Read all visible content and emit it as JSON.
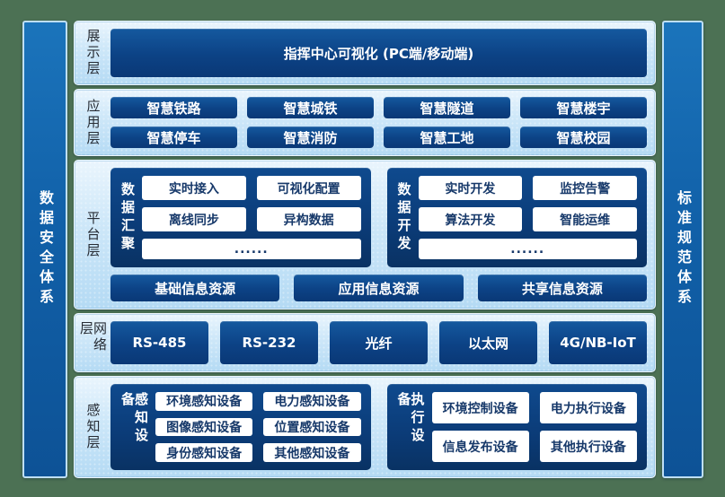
{
  "pillars": {
    "left": "数据安全体系",
    "right": "标准规范体系"
  },
  "display_layer": {
    "label": "展示层",
    "items": [
      "指挥中心可视化 (PC端/移动端)"
    ]
  },
  "app_layer": {
    "label": "应用层",
    "items": [
      "智慧铁路",
      "智慧城铁",
      "智慧隧道",
      "智慧楼宇",
      "智慧停车",
      "智慧消防",
      "智慧工地",
      "智慧校园"
    ]
  },
  "platform_layer": {
    "label": "平台层",
    "groups": [
      {
        "title": "数据汇聚",
        "items": [
          "实时接入",
          "可视化配置",
          "离线同步",
          "异构数据"
        ],
        "more": "......"
      },
      {
        "title": "数据开发",
        "items": [
          "实时开发",
          "监控告警",
          "算法开发",
          "智能运维"
        ],
        "more": "......"
      }
    ],
    "resources": [
      "基础信息资源",
      "应用信息资源",
      "共享信息资源"
    ]
  },
  "network_layer": {
    "label": "网络层",
    "items": [
      "RS-485",
      "RS-232",
      "光纤",
      "以太网",
      "4G/NB-IoT"
    ]
  },
  "perception_layer": {
    "label": "感知层",
    "groups": [
      {
        "title": "感知设备",
        "items": [
          "环境感知设备",
          "电力感知设备",
          "图像感知设备",
          "位置感知设备",
          "身份感知设备",
          "其他感知设备"
        ]
      },
      {
        "title": "执行设备",
        "items": [
          "环境控制设备",
          "电力执行设备",
          "信息发布设备",
          "其他执行设备"
        ]
      }
    ]
  },
  "colors": {
    "background_green": "#4c7154",
    "panel_light_blue": "#c9e6f8",
    "deep_blue_button": "#0c4285",
    "group_navy": "#0b3b77",
    "pillar_blue": "#1160a8",
    "pill_text_navy": "#17396a"
  }
}
